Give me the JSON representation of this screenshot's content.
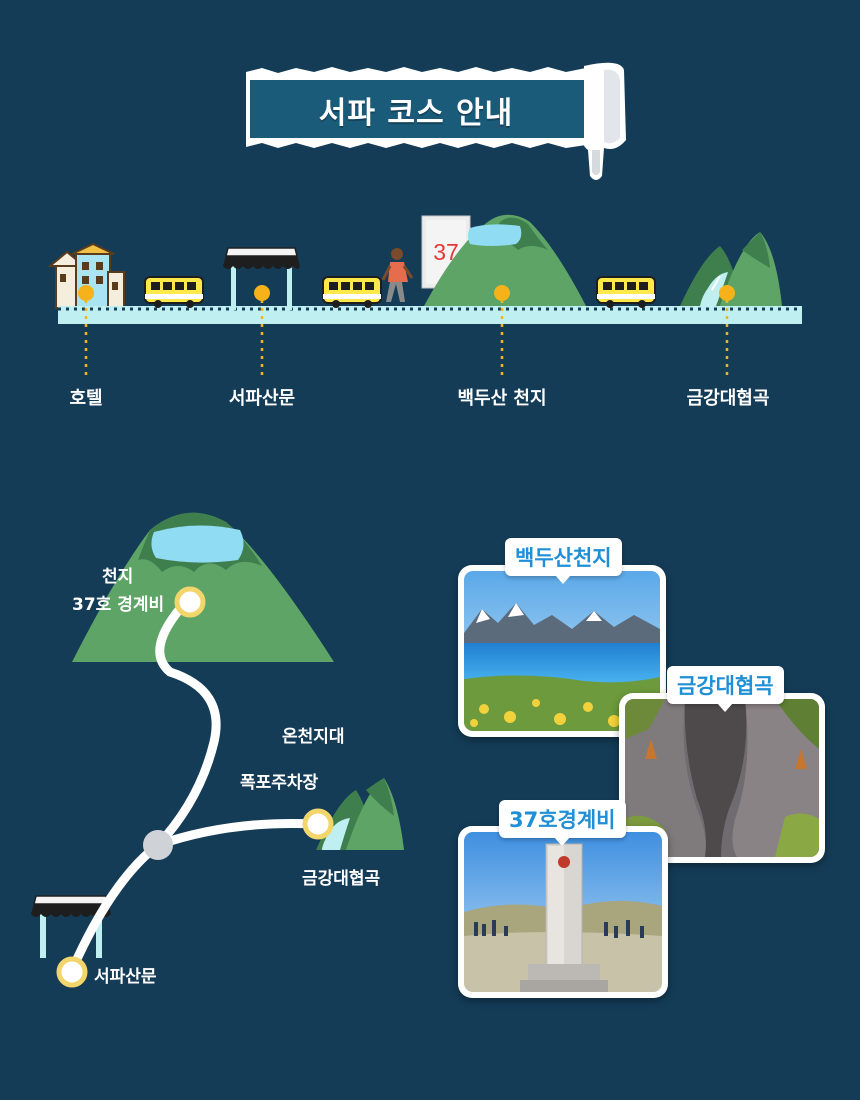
{
  "header": {
    "title": "서파 코스 안내"
  },
  "marker": {
    "stone_number": "37"
  },
  "route": {
    "stops": [
      {
        "id": "hotel",
        "label": "호텔"
      },
      {
        "id": "gate",
        "label": "서파산문"
      },
      {
        "id": "tianchi",
        "label": "백두산 천지"
      },
      {
        "id": "canyon",
        "label": "금강대협곡"
      }
    ]
  },
  "map": {
    "summit_label_1": "천지",
    "summit_label_2": "37호 경계비",
    "hot_spring_label": "온천지대",
    "parking_label": "폭포주차장",
    "canyon_label": "금강대협곡",
    "gate_label": "서파산문"
  },
  "photos": [
    {
      "id": "tianchi",
      "label": "백두산천지"
    },
    {
      "id": "canyon",
      "label": "금강대협곡"
    },
    {
      "id": "boundary",
      "label": "37호경계비"
    }
  ],
  "colors": {
    "background": "#143c57",
    "banner": "#1b5b7a",
    "road": "#bfeff1",
    "mountain": "#5fa467",
    "mountain_dark": "#3f7f4e",
    "lake": "#8fdcf3",
    "stop_dot": "#f5b21a",
    "map_dot_fill": "#ffffff",
    "map_dot_ring": "#f3d66b",
    "tag_text": "#1f8fd6"
  }
}
